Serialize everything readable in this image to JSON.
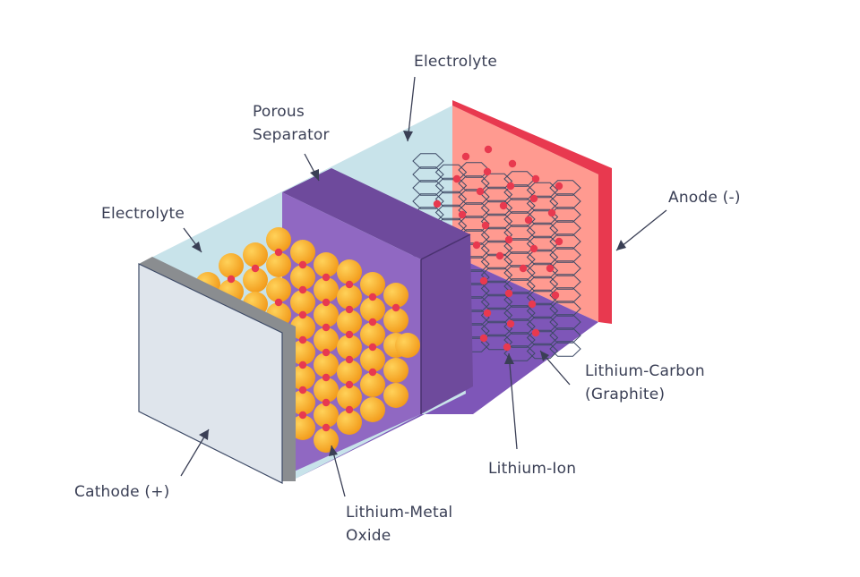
{
  "labels": {
    "electrolyte_top": "Electrolyte",
    "separator_line1": "Porous",
    "separator_line2": "Separator",
    "electrolyte_left": "Electrolyte",
    "anode": "Anode (-)",
    "lithium_carbon_line1": "Lithium-Carbon",
    "lithium_carbon_line2": "(Graphite)",
    "lithium_ion": "Lithium-Ion",
    "cathode": "Cathode (+)",
    "lithium_metal_line1": "Lithium-Metal",
    "lithium_metal_line2": "Oxide"
  },
  "colors": {
    "electrolyte": "#c8e3ea",
    "separator_front": "#9068c2",
    "separator_top": "#6e4a9c",
    "separator_side": "#6e4a9c",
    "anode_face": "#ff9a90",
    "anode_edge": "#e8394f",
    "cathode_face": "#dfe5ec",
    "cathode_edge": "#8a8d90",
    "floor": "#7e56b8",
    "oxide_sphere": "#f6b32c",
    "ion": "#e8394f",
    "graphite_line": "#3d4a66",
    "label_text": "#3a3f55",
    "arrow": "#3a3f55"
  }
}
